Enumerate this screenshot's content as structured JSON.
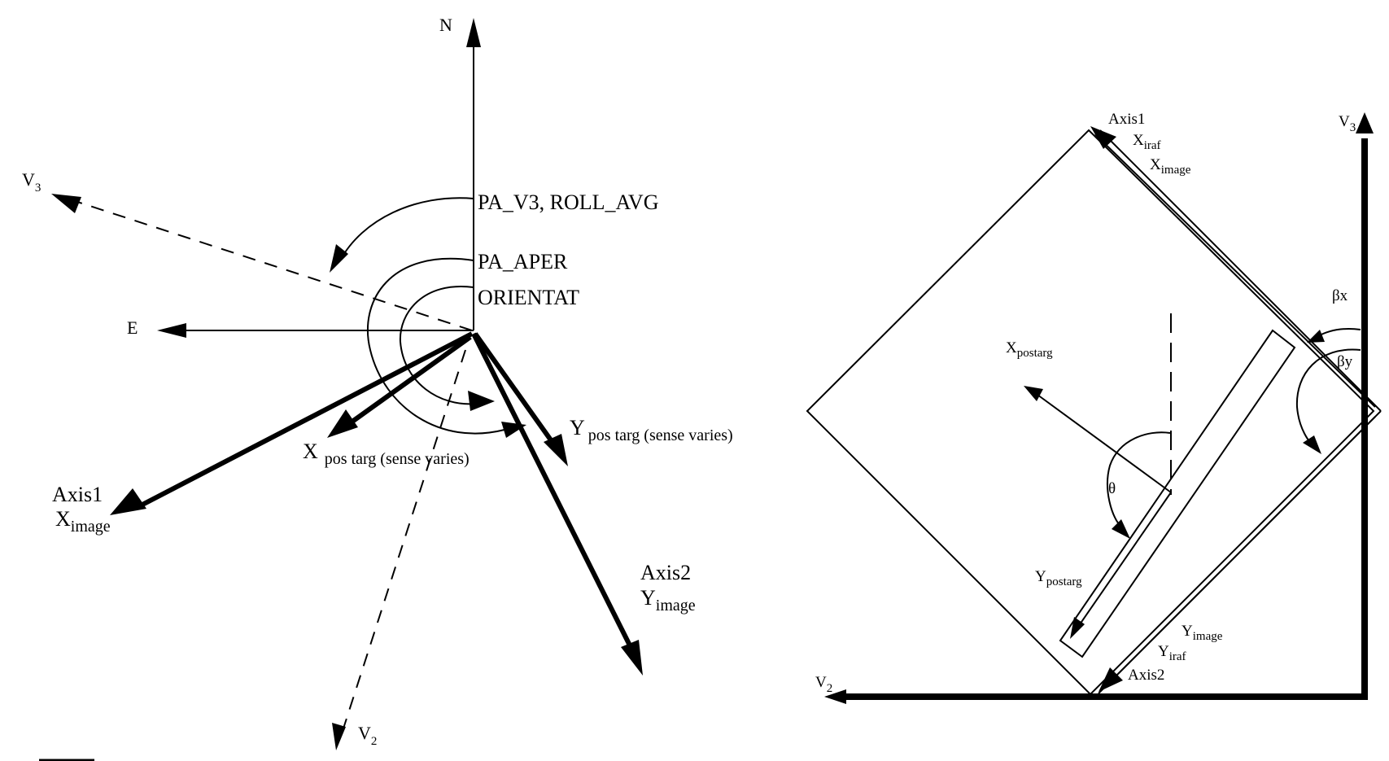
{
  "left_diagram": {
    "labels": {
      "north": "N",
      "east": "E",
      "v3": "V",
      "v3_sub": "3",
      "v2": "V",
      "v2_sub": "2",
      "pa_v3": "PA_V3, ROLL_AVG",
      "pa_aper": "PA_APER",
      "orientat": "ORIENTAT",
      "x_postarg": "X",
      "x_postarg_sub": "pos targ (sense varies)",
      "y_postarg": "Y",
      "y_postarg_sub": "pos targ (sense varies)",
      "axis1": "Axis1",
      "x_image": "X",
      "x_image_sub": "image",
      "axis2": "Axis2",
      "y_image": "Y",
      "y_image_sub": "image"
    }
  },
  "right_diagram": {
    "labels": {
      "axis1": "Axis1",
      "x_iraf": "X",
      "x_iraf_sub": "iraf",
      "x_image": "X",
      "x_image_sub": "image",
      "v3": "V",
      "v3_sub": "3",
      "v2": "V",
      "v2_sub": "2",
      "beta_x": "βx",
      "beta_y": "βy",
      "x_postarg": "X",
      "x_postarg_sub": "postarg",
      "y_postarg": "Y",
      "y_postarg_sub": "postarg",
      "theta": "θ",
      "y_image": "Y",
      "y_image_sub": "image",
      "y_iraf": "Y",
      "y_iraf_sub": "iraf",
      "axis2": "Axis2"
    }
  }
}
